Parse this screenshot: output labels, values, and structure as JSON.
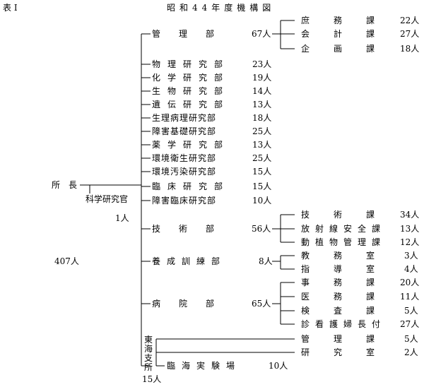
{
  "table_label": "表 I",
  "title": "昭和44年度機構図",
  "root": {
    "label": "所　長",
    "total": "407人"
  },
  "advisor": {
    "label": "科学研究官",
    "count": "1人"
  },
  "departments": [
    {
      "name": "管理部",
      "count": "67人"
    },
    {
      "name": "物理研究部",
      "count": "23人"
    },
    {
      "name": "化学研究部",
      "count": "19人"
    },
    {
      "name": "生物研究部",
      "count": "14人"
    },
    {
      "name": "遺伝研究部",
      "count": "13人"
    },
    {
      "name": "生理病理研究部",
      "count": "18人"
    },
    {
      "name": "障害基礎研究部",
      "count": "25人"
    },
    {
      "name": "薬学研究部",
      "count": "13人"
    },
    {
      "name": "環境衛生研究部",
      "count": "25人"
    },
    {
      "name": "環境汚染研究部",
      "count": "15人"
    },
    {
      "name": "臨床研究部",
      "count": "15人"
    },
    {
      "name": "障害臨床研究部",
      "count": "10人"
    },
    {
      "name": "技術部",
      "count": "56人"
    },
    {
      "name": "養成訓練部",
      "count": "8人"
    },
    {
      "name": "病院部",
      "count": "65人"
    }
  ],
  "subunits": {
    "kanri": [
      {
        "name": "庶務課",
        "count": "22人"
      },
      {
        "name": "会計課",
        "count": "27人"
      },
      {
        "name": "企画課",
        "count": "18人"
      }
    ],
    "gijutsu": [
      {
        "name": "技術課",
        "count": "34人"
      },
      {
        "name": "放射線安全課",
        "count": "13人"
      },
      {
        "name": "動植物管理課",
        "count": "12人"
      }
    ],
    "yosei": [
      {
        "name": "教務室",
        "count": "3人"
      },
      {
        "name": "指導室",
        "count": "4人"
      }
    ],
    "byoin": [
      {
        "name": "事務課",
        "count": "20人"
      },
      {
        "name": "医務課",
        "count": "11人"
      },
      {
        "name": "検査課",
        "count": "5人"
      },
      {
        "name": "診看護婦長付",
        "count": "27人"
      }
    ],
    "tokai": [
      {
        "name": "管理課",
        "count": "5人"
      },
      {
        "name": "研究室",
        "count": "2人"
      }
    ]
  },
  "branch": {
    "name_lines": [
      "東",
      "海",
      "支",
      "所"
    ],
    "count": "15人",
    "station": {
      "name": "臨海実験場",
      "count": "10人"
    }
  }
}
